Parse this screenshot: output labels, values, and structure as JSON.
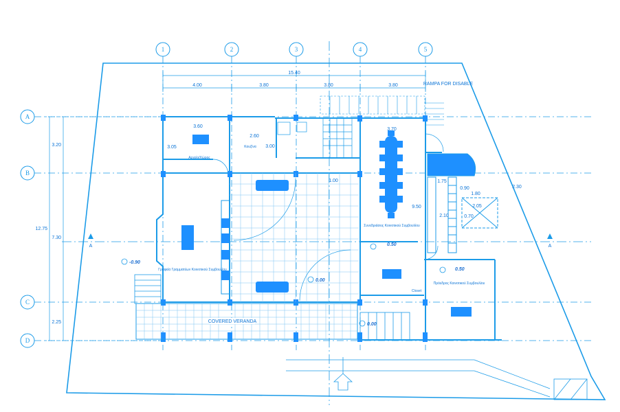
{
  "grid": {
    "columns": [
      "1",
      "2",
      "3",
      "4",
      "5"
    ],
    "rows": [
      "A",
      "B",
      "C",
      "D"
    ]
  },
  "dimensions": {
    "overall": "15.40",
    "spans": [
      "4.00",
      "3.80",
      "3.80",
      "3.80"
    ],
    "vertical": [
      "3.20",
      "7.30",
      "2.25"
    ],
    "vertical_total": "12.75",
    "room_dims": [
      "3.60",
      "2.60",
      "3.05",
      "3.00",
      "3.70",
      "1.00",
      "9.50",
      "1.75",
      "0.90",
      "1.80",
      "2.10",
      "2.05",
      "0.70",
      "2.30"
    ]
  },
  "labels": {
    "ramp": "RAMPA FOR DISABLE",
    "veranda": "COVERED VERANDA",
    "section_a": "A",
    "room_archive": "Αρχείο/Χώρος",
    "room_kitchen": "Κουζίνα",
    "room_meeting": "Συνεδριάσεις Κοινοτικού Συμβουλίου",
    "room_office_left": "Γραφεία Γραμματέων Κοινοτικού Συμβουλίου",
    "room_office_right": "Πρόεδρος Κοινοτικού Συμβουλίου",
    "closet": "Closet"
  },
  "elevations": [
    "-0.90",
    "0.00",
    "0.50",
    "0.50",
    "0.00"
  ],
  "colors": {
    "line": "#1b9be8",
    "fill": "#1e90ff",
    "grid": "#7cc4f2"
  }
}
